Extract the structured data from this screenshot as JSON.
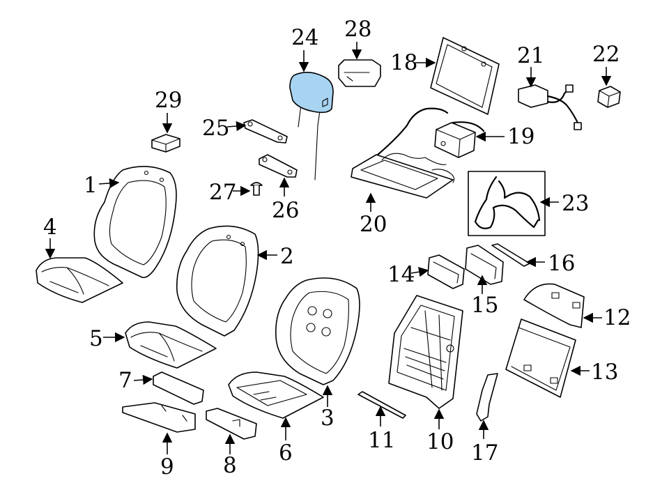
{
  "highlight_color": "#a8d4f2",
  "callouts": [
    "1",
    "2",
    "3",
    "4",
    "5",
    "6",
    "7",
    "8",
    "9",
    "10",
    "11",
    "12",
    "13",
    "14",
    "15",
    "16",
    "17",
    "18",
    "19",
    "20",
    "21",
    "22",
    "23",
    "24",
    "25",
    "26",
    "27",
    "28",
    "29"
  ],
  "highlighted_part": "24"
}
